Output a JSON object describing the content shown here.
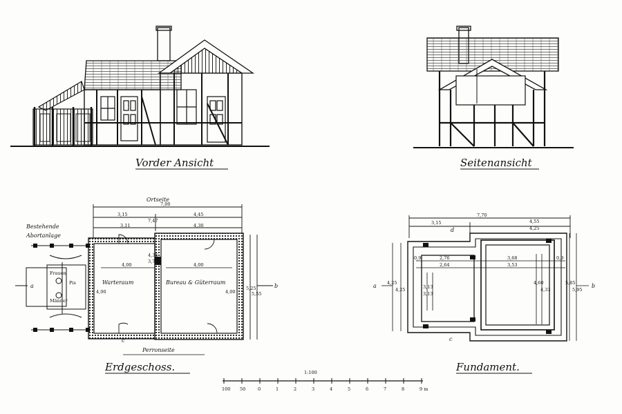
{
  "views": {
    "front_elevation": "Vorder Ansicht",
    "side_elevation": "Seitenansicht",
    "ground_floor": "Erdgeschoss.",
    "foundation": "Fundament."
  },
  "ground_floor_plan": {
    "top_side": "Ortseite",
    "bottom_side": "Perronseite",
    "existing_latrine_line1": "Bestehende",
    "existing_latrine_line2": "Abortanlage",
    "room_waiting": "Warteraum",
    "room_office": "Bureau & Güterraum",
    "latrine_women": "Frauen",
    "latrine_men": "Männer",
    "latrine_urinal": "Pis",
    "section_a": "a",
    "section_b": "b",
    "section_c": "c",
    "dimensions": {
      "overall": "7,00",
      "left_part": "3,15",
      "right_part": "4,45",
      "inner_overall": "7,47",
      "inner_left": "3,11",
      "inner_right": "4,30",
      "room_left_width": "4,00",
      "room_right_width": "4,00",
      "stove_w": "4,35",
      "stove_h": "3,70",
      "depth_left": "4,00",
      "depth_right": "4,00",
      "overall_depth_1": "5,25",
      "overall_depth_2": "5,55"
    }
  },
  "foundation_plan": {
    "section_a": "a",
    "section_b": "b",
    "section_c": "c",
    "section_d": "d",
    "dimensions": {
      "overall": "7,70",
      "left_part": "3,15",
      "right_part": "4,55",
      "right_inner": "4,25",
      "inner_1": "2,76",
      "inner_2": "2,64",
      "inner_3": "3,68",
      "inner_4": "3,53",
      "depth_left_1": "4,25",
      "depth_left_2": "4,25",
      "depth_right_1": "4,60",
      "depth_right_2": "4,33",
      "overall_depth_1": "5,85",
      "overall_depth_2": "5,95",
      "small_1": "0,9",
      "small_2": "0,9",
      "inner_depth_1": "3,13",
      "inner_depth_2": "3,13"
    }
  },
  "scale": {
    "ratio": "1:100",
    "ticks": [
      "100",
      "50",
      "0",
      "1",
      "2",
      "3",
      "4",
      "5",
      "6",
      "7",
      "8",
      "9 m"
    ]
  }
}
